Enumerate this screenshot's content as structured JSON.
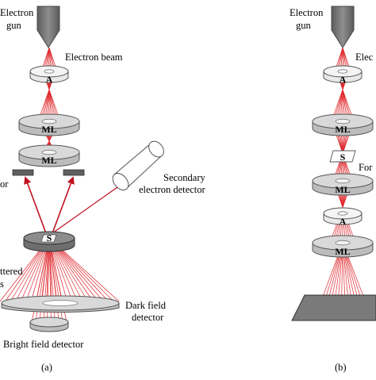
{
  "colors": {
    "ray": "#e0282d",
    "metal": "#7f7f7f",
    "lens_top": "#d9d9d9",
    "lens_side": "#bcbcbc",
    "aperture_top": "#f4f4f4",
    "detector_plate": "#8c8c8c",
    "arrow": "#c1121f"
  },
  "panel_a": {
    "electron_gun": [
      "Electron",
      "gun"
    ],
    "electron_beam": "Electron beam",
    "aperture": "A",
    "lens_1": "ML",
    "lens_2": "ML",
    "specimen": "S",
    "cut_label_for": "or",
    "secondary_detector": [
      "Secondary",
      "electron detector"
    ],
    "cut_label_scattered": [
      "ttered",
      "s"
    ],
    "dark_field_detector": [
      "Dark field",
      "detector"
    ],
    "bright_field_detector": "Bright field detector",
    "panel_label": "(a)"
  },
  "panel_b": {
    "electron_gun": [
      "Electron",
      "gun"
    ],
    "cut_label_beam": "Elec",
    "aperture_1": "A",
    "lens_1": "ML",
    "specimen": "S",
    "cut_label_for": "For",
    "lens_2": "ML",
    "aperture_2": "A",
    "lens_3": "ML",
    "panel_label": "(b)"
  }
}
